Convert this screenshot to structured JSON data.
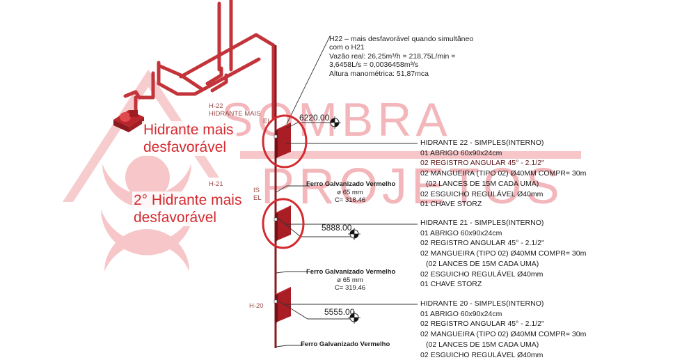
{
  "watermark": {
    "line1": "SOMBRA",
    "line2": "PROJETOS",
    "color": "#f3b7bb"
  },
  "colors": {
    "pipe": "#c3343a",
    "pipe_dark": "#8b1a1f",
    "cabinet": "#a81e24",
    "highlight_circle": "#d42a30",
    "callout_text": "#d42a30",
    "tag_text": "#9a4a48"
  },
  "annotation_note": {
    "lines": [
      "H22 – mais desfavorável quando simultâneo",
      "com o H21",
      "Vazão real: 26,25m³/h = 218,75L/min =",
      "3,6458L/s = 0,0036458m³/s",
      "Altura manométrica: 51,87mca"
    ]
  },
  "callouts": {
    "h22": {
      "line1": "Hidrante mais",
      "line2": "desfavorável"
    },
    "h21": {
      "line1": "2° Hidrante mais",
      "line2": "desfavorável"
    }
  },
  "tags": {
    "h22": {
      "id": "H-22",
      "desc": "HIDRANTE MAIS",
      "suffix": "EL"
    },
    "h21": {
      "id": "H-21",
      "desc": "IS",
      "suffix": "EL"
    },
    "h20": {
      "id": "H-20"
    }
  },
  "elevations": {
    "h22": "6220.00",
    "h21": "5888.00",
    "h20": "5555.00"
  },
  "pipe_segments": [
    {
      "material": "Ferro Galvanizado Vermelho",
      "diameter": "ø 65 mm",
      "length": "C= 318.46"
    },
    {
      "material": "Ferro Galvanizado Vermelho",
      "diameter": "ø 65 mm",
      "length": "C= 319.46"
    },
    {
      "material": "Ferro Galvanizado Vermelho"
    }
  ],
  "hydrants": [
    {
      "title": "HIDRANTE 22 - SIMPLES(INTERNO)",
      "items": [
        "01 ABRIGO 60x90x24cm",
        "02 REGISTRO ANGULAR 45° - 2.1/2\"",
        "02 MANGUEIRA (TIPO 02)  Ø40MM COMPR= 30m",
        "(02 LANCES DE 15M CADA UMA)",
        "02 ESGUICHO REGULÁVEL  Ø40mm",
        "01 CHAVE STORZ"
      ]
    },
    {
      "title": "HIDRANTE 21 - SIMPLES(INTERNO)",
      "items": [
        "01 ABRIGO 60x90x24cm",
        "02 REGISTRO ANGULAR 45° - 2.1/2\"",
        "02 MANGUEIRA (TIPO 02)  Ø40MM COMPR= 30m",
        "(02 LANCES DE 15M CADA UMA)",
        "02 ESGUICHO REGULÁVEL  Ø40mm",
        "01 CHAVE STORZ"
      ]
    },
    {
      "title": "HIDRANTE 20 - SIMPLES(INTERNO)",
      "items": [
        "01 ABRIGO 60x90x24cm",
        "02 REGISTRO ANGULAR 45° - 2.1/2\"",
        "02 MANGUEIRA (TIPO 02)  Ø40MM COMPR= 30m",
        "(02 LANCES DE 15M CADA UMA)",
        "02 ESGUICHO REGULÁVEL  Ø40mm"
      ]
    }
  ]
}
